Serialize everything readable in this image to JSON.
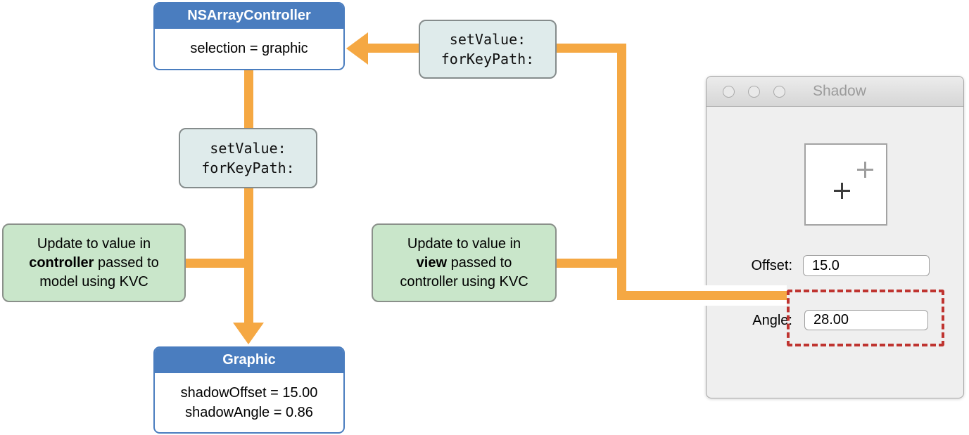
{
  "diagram": {
    "controller_box": {
      "title": "NSArrayController",
      "body": "selection = graphic"
    },
    "model_box": {
      "title": "Graphic",
      "line1": "shadowOffset = 15.00",
      "line2": "shadowAngle = 0.86"
    },
    "kvc_top": {
      "label": "setValue:\nforKeyPath:"
    },
    "kvc_left": {
      "label": "setValue:\nforKeyPath:"
    },
    "note_left": {
      "line1": "Update to value in",
      "bold_word": "controller",
      "line2_rest": " passed to",
      "line3": "model using KVC"
    },
    "note_mid": {
      "line1": "Update to value in",
      "bold_word": "view",
      "line2_rest": " passed to",
      "line3": "controller using KVC"
    }
  },
  "window": {
    "title": "Shadow",
    "fields": [
      {
        "label": "Offset:",
        "value": "15.0"
      },
      {
        "label": "Angle:",
        "value": "28.00"
      }
    ]
  },
  "colors": {
    "arrow_orange": "#F5A843",
    "node_blue": "#4A7DBF",
    "kvc_teal": "#DFEBEB",
    "note_green": "#C9E6CA",
    "highlight_red": "#BF3430"
  }
}
